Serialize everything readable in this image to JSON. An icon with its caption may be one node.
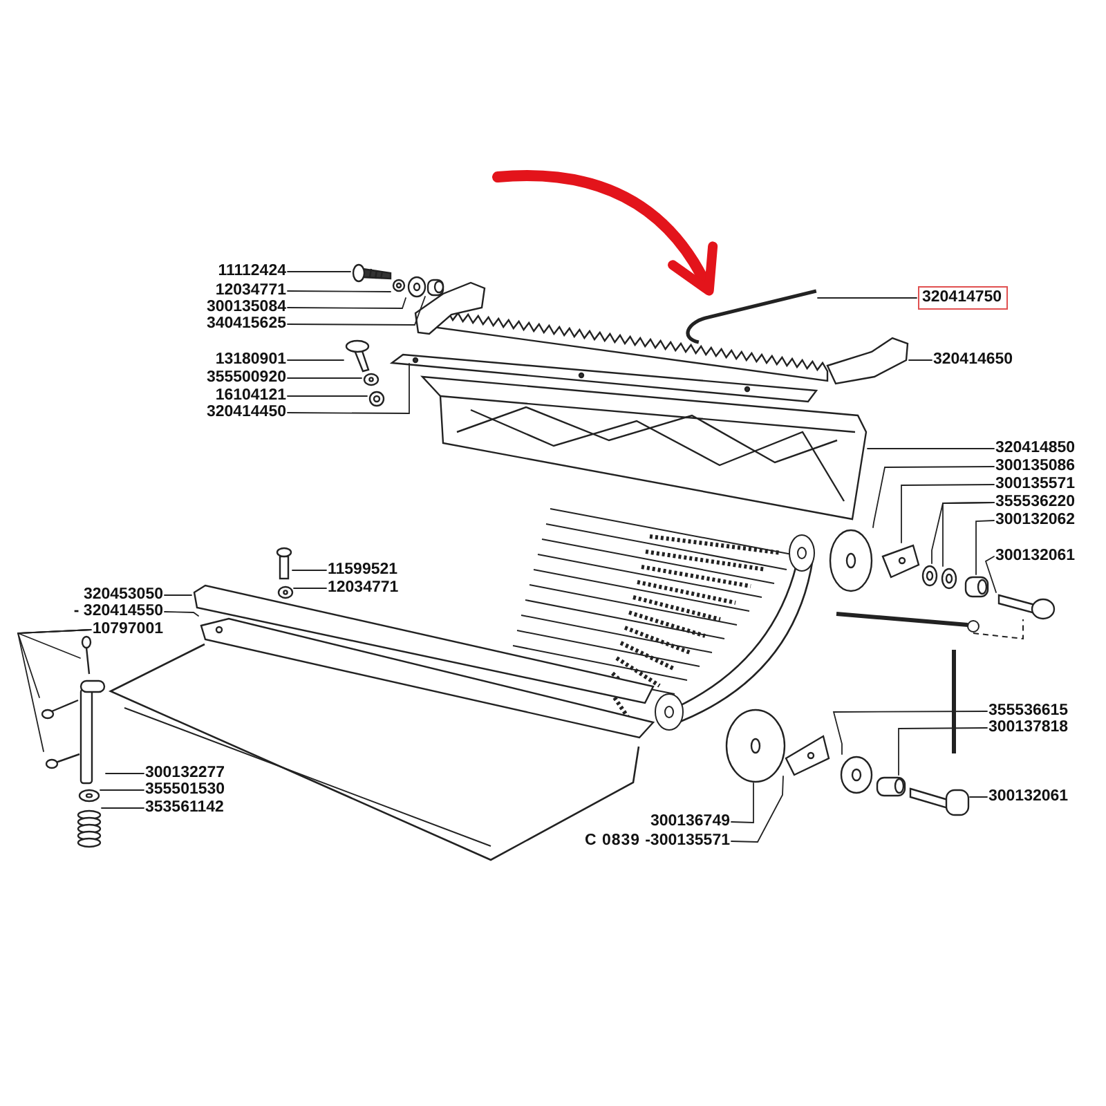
{
  "diagram": {
    "nodes": [
      {
        "text": [
          "11112424"
        ]
      },
      {
        "text": [
          "12034771"
        ]
      },
      {
        "text": [
          "300135084"
        ]
      },
      {
        "text": [
          "340415625"
        ]
      },
      {
        "text": [
          "13180901"
        ]
      },
      {
        "text": [
          "355500920"
        ]
      },
      {
        "text": [
          "16104121"
        ]
      },
      {
        "text": [
          "320414450"
        ]
      },
      {
        "text": [
          "320414750"
        ]
      },
      {
        "text": [
          "320414650"
        ]
      },
      {
        "text": [
          "320414850"
        ]
      },
      {
        "text": [
          "300135086"
        ]
      },
      {
        "text": [
          "300135571"
        ]
      },
      {
        "text": [
          "355536220"
        ]
      },
      {
        "text": [
          "300132062"
        ]
      },
      {
        "text": [
          "300132061"
        ]
      },
      {
        "text": [
          "11599521"
        ]
      },
      {
        "text": [
          "12034771"
        ]
      },
      {
        "text": [
          "320453050"
        ]
      },
      {
        "text": [
          "- 320414550"
        ]
      },
      {
        "text": [
          "10797001"
        ]
      },
      {
        "text": [
          "300132277"
        ]
      },
      {
        "text": [
          "355501530"
        ]
      },
      {
        "text": [
          "353561142"
        ]
      },
      {
        "text": [
          "355536615"
        ]
      },
      {
        "text": [
          "300137818"
        ]
      },
      {
        "text": [
          "300132061"
        ]
      },
      {
        "text": [
          "300136749"
        ]
      },
      {
        "text": [
          "-300135571"
        ]
      },
      {
        "text": [],
        "shape": "picture"
      },
      {
        "text": [],
        "shape": "picture"
      },
      {
        "text": [],
        "shape": "picture"
      },
      {
        "text": [],
        "shape": "picture"
      },
      {
        "text": [],
        "shape": "picture"
      },
      {
        "text": [],
        "shape": "picture"
      },
      {
        "text": [],
        "shape": "picture"
      },
      {
        "text": [],
        "shape": "picture"
      },
      {
        "text": [],
        "shape": "picture"
      },
      {
        "text": [],
        "shape": "picture"
      },
      {
        "text": [],
        "shape": "picture"
      },
      {
        "text": [],
        "shape": "picture"
      },
      {
        "text": [],
        "shape": "picture"
      },
      {
        "text": [],
        "shape": "picture"
      },
      {
        "text": [],
        "shape": "picture"
      },
      {
        "text": [],
        "shape": "picture"
      },
      {
        "text": [],
        "shape": "picture"
      },
      {
        "text": [],
        "shape": "picture"
      },
      {
        "text": [],
        "shape": "picture"
      },
      {
        "text": [],
        "shape": "picture"
      },
      {
        "text": [],
        "shape": "picture"
      },
      {
        "text": [],
        "shape": "picture"
      },
      {
        "text": [],
        "shape": "picture"
      },
      {
        "text": [],
        "shape": "picture"
      },
      {
        "text": [],
        "shape": "picture"
      },
      {
        "text": [],
        "shape": "picture"
      },
      {
        "text": [],
        "shape": "picture"
      },
      {
        "text": [],
        "shape": "picture"
      },
      {
        "text": [],
        "shape": "picture"
      },
      {
        "text": [],
        "shape": "picture"
      },
      {
        "text": [],
        "shape": "picture"
      },
      {
        "text": [],
        "shape": "picture"
      }
    ],
    "edges": [
      {
        "from": 0,
        "to": 29,
        "arrow": "none"
      },
      {
        "from": 1,
        "to": 30,
        "arrow": "none"
      },
      {
        "from": 2,
        "to": 31,
        "arrow": "none"
      },
      {
        "from": 3,
        "to": 32,
        "arrow": "none"
      },
      {
        "from": 4,
        "to": 33,
        "arrow": "none"
      },
      {
        "from": 5,
        "to": 34,
        "arrow": "none"
      },
      {
        "from": 6,
        "to": 35,
        "arrow": "none"
      },
      {
        "from": 7,
        "to": 36,
        "arrow": "none"
      },
      {
        "from": 8,
        "to": 37,
        "arrow": "none"
      },
      {
        "from": 9,
        "to": 38,
        "arrow": "none"
      },
      {
        "from": 10,
        "to": 39,
        "arrow": "none"
      },
      {
        "from": 11,
        "to": 40,
        "arrow": "none"
      },
      {
        "from": 12,
        "to": 41,
        "arrow": "none"
      },
      {
        "from": 13,
        "to": 42,
        "arrow": "none"
      },
      {
        "from": 13,
        "to": 43,
        "arrow": "none"
      },
      {
        "from": 14,
        "to": 44,
        "arrow": "none"
      },
      {
        "from": 15,
        "to": 45,
        "arrow": "none"
      },
      {
        "from": 16,
        "to": 46,
        "arrow": "none"
      },
      {
        "from": 17,
        "to": 47,
        "arrow": "none"
      },
      {
        "from": 18,
        "to": 48,
        "arrow": "none"
      },
      {
        "from": 19,
        "to": 49,
        "arrow": "none"
      },
      {
        "from": 20,
        "to": 50,
        "arrow": "none"
      },
      {
        "from": 20,
        "to": 51,
        "arrow": "none"
      },
      {
        "from": 20,
        "to": 52,
        "arrow": "none"
      },
      {
        "from": 21,
        "to": 53,
        "arrow": "none"
      },
      {
        "from": 22,
        "to": 54,
        "arrow": "none"
      },
      {
        "from": 23,
        "to": 55,
        "arrow": "none"
      },
      {
        "from": 24,
        "to": 56,
        "arrow": "none"
      },
      {
        "from": 25,
        "to": 57,
        "arrow": "none"
      },
      {
        "from": 26,
        "to": 58,
        "arrow": "none"
      },
      {
        "from": 27,
        "to": 59,
        "arrow": "none"
      },
      {
        "from": 28,
        "to": 60,
        "arrow": "none"
      },
      {
        "from": null,
        "to": 37,
        "arrow": "to",
        "style": "thick",
        "color": "#e3141b"
      }
    ],
    "labels": [
      "C 0839"
    ]
  }
}
